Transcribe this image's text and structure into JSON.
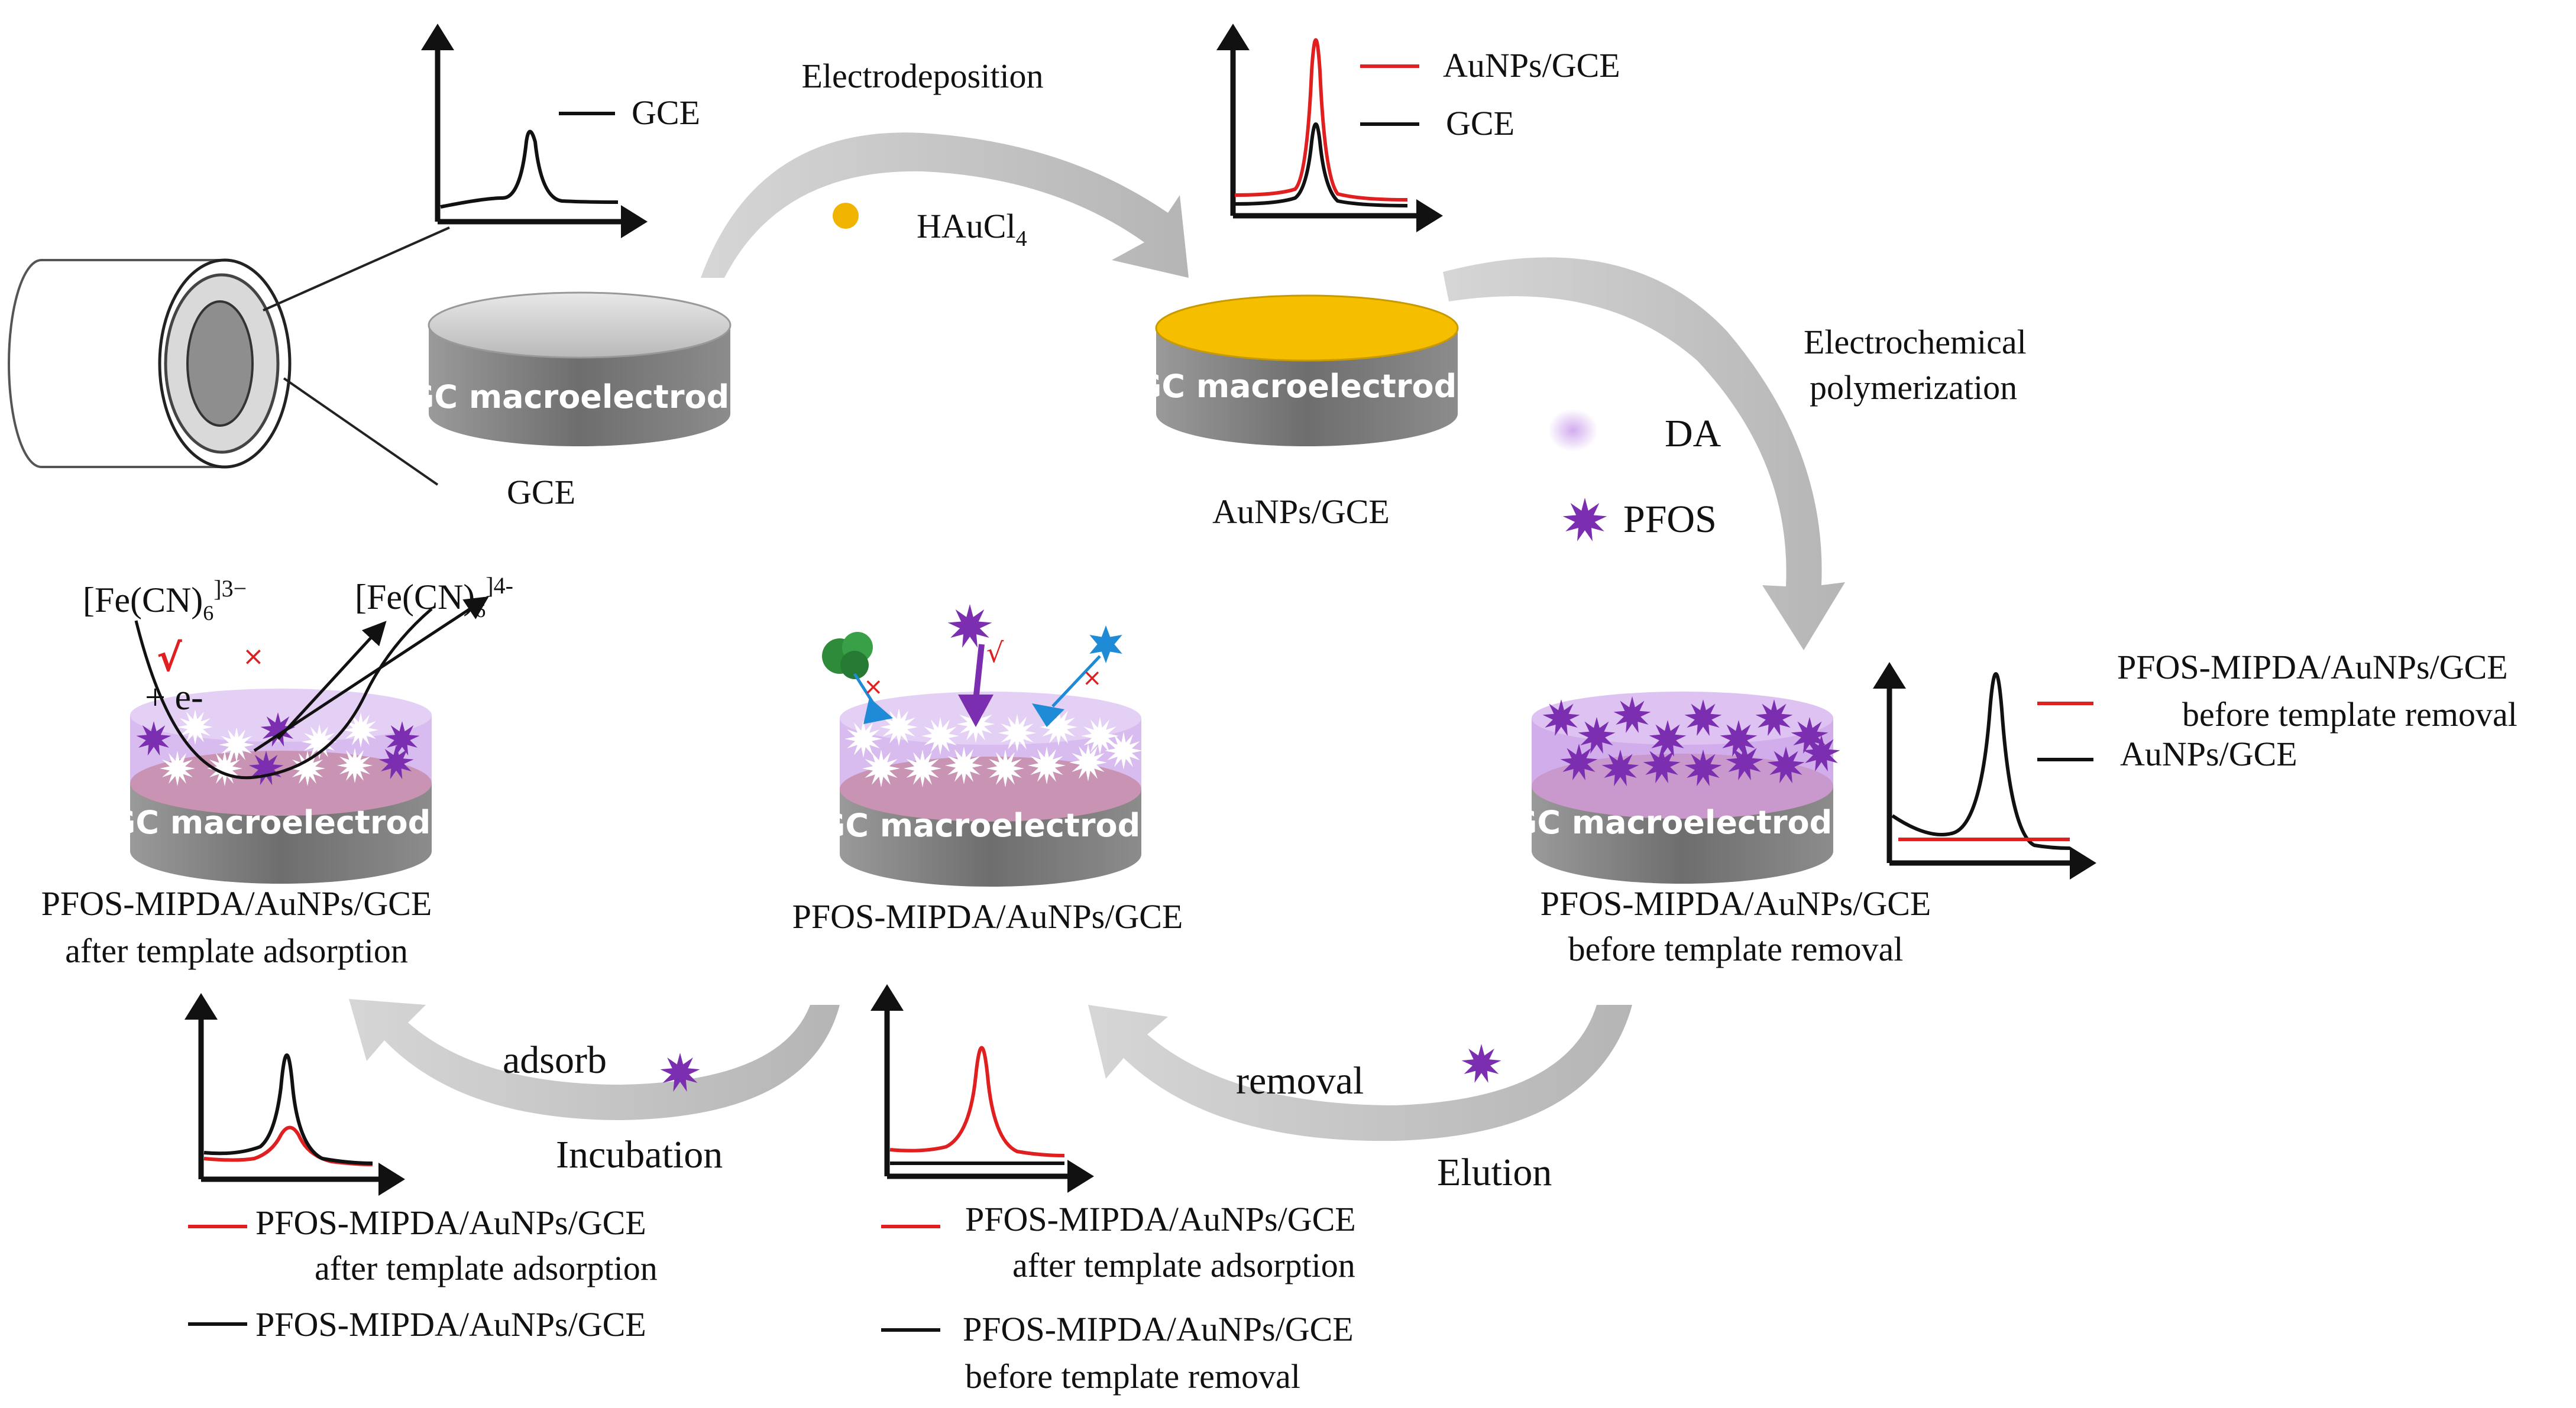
{
  "electrode_label": "GC macroelectrode",
  "stages": {
    "gce": {
      "name": "GCE"
    },
    "aunps": {
      "name": "AuNPs/GCE"
    },
    "before_removal": {
      "name": "PFOS-MIPDA/AuNPs/GCE",
      "sub": "before template removal"
    },
    "mip": {
      "name": "PFOS-MIPDA/AuNPs/GCE"
    },
    "after_adsorption": {
      "name": "PFOS-MIPDA/AuNPs/GCE",
      "sub": "after template adsorption"
    }
  },
  "steps": {
    "electrodeposition": "Electrodeposition",
    "haucl4": "HAuCl",
    "haucl4_sub": "4",
    "polymerization_line1": "Electrochemical",
    "polymerization_line2": "polymerization",
    "da": "DA",
    "pfos": "PFOS",
    "removal": "removal",
    "elution": "Elution",
    "adsorb": "adsorb",
    "incubation": "Incubation"
  },
  "redox": {
    "ferri": "[Fe(CN)",
    "ferri_sub": "6",
    "ferri_sup": "]3−",
    "ferro": "[Fe(CN)",
    "ferro_sub": "6",
    "ferro_sup": "]4-",
    "electron": "+ e-",
    "check": "√",
    "cross": "×"
  },
  "legends": {
    "gce_plot": [
      "GCE"
    ],
    "aunps_plot": [
      "AuNPs/GCE",
      "GCE"
    ],
    "removal_plot": [
      "PFOS-MIPDA/AuNPs/GCE",
      "before template removal",
      "AuNPs/GCE"
    ],
    "elution_plot": [
      "PFOS-MIPDA/AuNPs/GCE",
      "after template adsorption",
      "PFOS-MIPDA/AuNPs/GCE",
      "before template removal"
    ],
    "incubation_plot": [
      "PFOS-MIPDA/AuNPs/GCE",
      "after template adsorption",
      "PFOS-MIPDA/AuNPs/GCE"
    ]
  },
  "colors": {
    "red_trace": "#e02020",
    "black_trace": "#111111",
    "gold_layer": "#f5bf00",
    "au_dot": "#f0b400",
    "polymer": "#c9a0e8",
    "pfos_star": "#7b2fb0",
    "da_dot": "#d9b8ef",
    "electrode_gray": "#8a8a8a",
    "arrow_gray": "#c8c8c8",
    "copper": "#c8763a"
  },
  "icons": [
    "electrode-rod-icon",
    "gold-dot-icon",
    "da-dot-icon",
    "pfos-star-icon",
    "green-blob-icon",
    "blue-star-icon"
  ]
}
